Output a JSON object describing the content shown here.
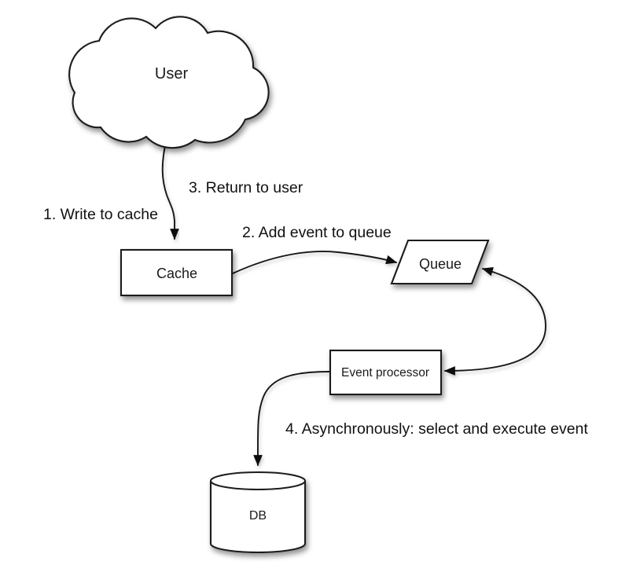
{
  "diagram": {
    "background_color": "#ffffff",
    "stroke_color": "#1c1c1c",
    "shape_fill_color": "#ffffff",
    "text_color": "#1a1a1a",
    "nodes": {
      "user": {
        "label": "User",
        "shape": "cloud"
      },
      "cache": {
        "label": "Cache",
        "shape": "rectangle"
      },
      "queue": {
        "label": "Queue",
        "shape": "parallelogram"
      },
      "event_processor": {
        "label": "Event processor",
        "shape": "rectangle"
      },
      "db": {
        "label": "DB",
        "shape": "cylinder"
      }
    },
    "annotations": [
      {
        "text": "1. Write to cache"
      },
      {
        "text": "2. Add event to queue"
      },
      {
        "text": "3. Return to user"
      },
      {
        "text": "4. Asynchronously: select and execute event"
      }
    ],
    "edges": [
      {
        "from": "User",
        "to": "Cache",
        "style": "single-arrow"
      },
      {
        "from": "Cache",
        "to": "Queue",
        "style": "single-arrow"
      },
      {
        "from": "Event processor",
        "to": "Queue",
        "style": "double-arrow"
      },
      {
        "from": "Event processor",
        "to": "DB",
        "style": "single-arrow"
      }
    ]
  }
}
